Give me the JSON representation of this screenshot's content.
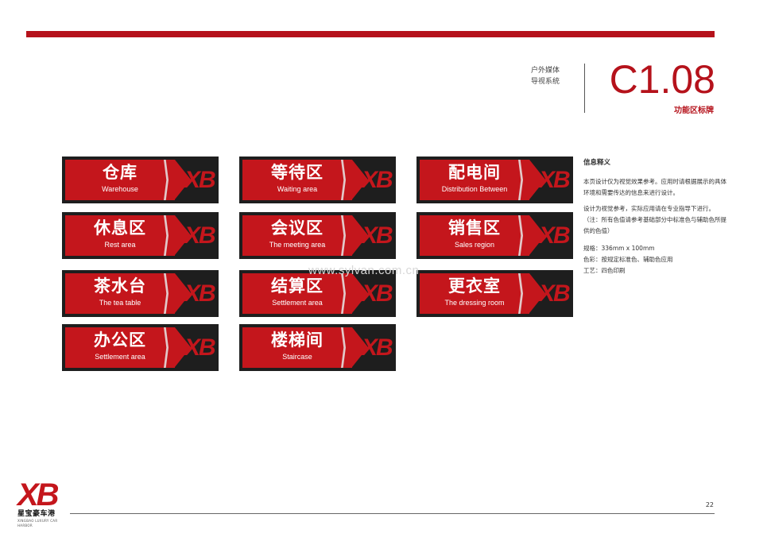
{
  "header": {
    "section_label_line1": "户外媒体",
    "section_label_line2": "导视系统",
    "page_code": "C1.08",
    "page_subtitle": "功能区标牌"
  },
  "signs": [
    {
      "cn": "仓库",
      "en": "Warehouse"
    },
    {
      "cn": "等待区",
      "en": "Waiting area"
    },
    {
      "cn": "配电间",
      "en": "Distribution Between"
    },
    {
      "cn": "休息区",
      "en": "Rest area"
    },
    {
      "cn": "会议区",
      "en": "The meeting area"
    },
    {
      "cn": "销售区",
      "en": "Sales region"
    },
    {
      "cn": "茶水台",
      "en": "The tea table"
    },
    {
      "cn": "结算区",
      "en": "Settlement area"
    },
    {
      "cn": "更衣室",
      "en": "The dressing room"
    },
    {
      "cn": "办公区",
      "en": "Settlement area"
    },
    {
      "cn": "楼梯间",
      "en": "Staircase"
    }
  ],
  "sign_logo": {
    "x": "X",
    "b": "B"
  },
  "info": {
    "title": "信息释义",
    "para1": "本页设计仅为视觉效果参考。应用时请根据展示的具体环境和需要传达的信息来进行设计。",
    "para2": "设计为视觉参考，实际应用请在专业指导下进行。（注：所有色值请参考基础部分中标准色与辅助色所提供的色值）",
    "spec_size": "规格：336mm x 100mm",
    "spec_color": "色彩：按规定标准色、辅助色应用",
    "spec_craft": "工艺：四色印刷"
  },
  "watermark": "www.sylvan.com.cn",
  "footer": {
    "page_number": "22",
    "logo_mark": "XB",
    "logo_cn": "星宝豪车港",
    "logo_en": "XINGBAO LUXURY CAR HARBOR"
  },
  "colors": {
    "brand_red": "#c4161c",
    "sign_black": "#1e1e1e"
  }
}
